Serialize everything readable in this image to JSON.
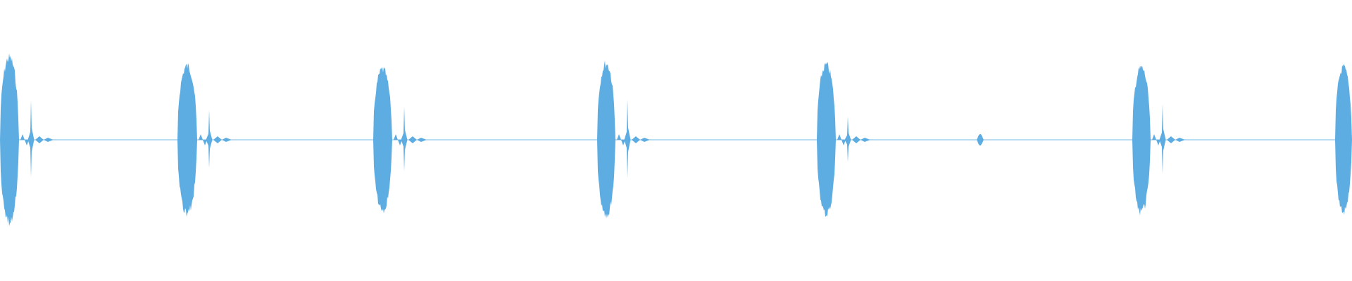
{
  "waveform": {
    "color": "#5dade2",
    "background": "#ffffff",
    "clips": [
      {
        "type": "burst",
        "amplitude": 0.97,
        "secondary": 0.44
      },
      {
        "type": "burst",
        "amplitude": 0.87,
        "secondary": 0.33
      },
      {
        "type": "burst",
        "amplitude": 0.83,
        "secondary": 0.37
      },
      {
        "type": "burst",
        "amplitude": 0.9,
        "secondary": 0.45
      },
      {
        "type": "burst",
        "amplitude": 0.88,
        "secondary": 0.26
      },
      {
        "type": "blip",
        "amplitude": 0.07
      },
      {
        "type": "burst",
        "amplitude": 0.85,
        "secondary": 0.4
      },
      {
        "type": "burst",
        "amplitude": 0.85,
        "secondary": 0.0
      }
    ]
  }
}
